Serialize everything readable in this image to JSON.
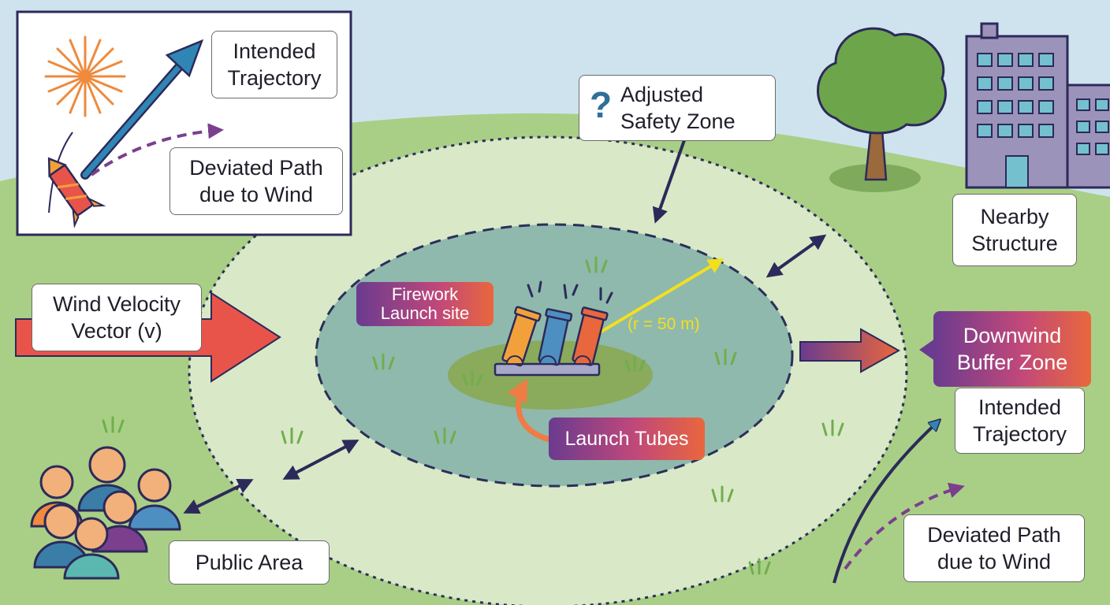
{
  "labels": {
    "inset_intended": "Intended\nTrajectory",
    "inset_deviated": "Deviated Path\ndue to Wind",
    "adjusted_zone": "Adjusted\nSafety Zone",
    "question_mark": "?",
    "nearby_structure": "Nearby\nStructure",
    "wind_velocity": "Wind Velocity\nVector (v)",
    "firework_site": "Firework\nLaunch site",
    "radius": "(r = 50 m)",
    "downwind_zone": "Downwind\nBuffer Zone",
    "right_intended": "Intended\nTrajectory",
    "launch_tubes": "Launch Tubes",
    "right_deviated": "Deviated Path\ndue to Wind",
    "public_area": "Public Area"
  },
  "colors": {
    "sky": "#cfe3ef",
    "grass": "#a9cf86",
    "outer_zone": "#d9e9c7",
    "inner_zone": "#8fb9ad",
    "dash_line": "#2c2f5a",
    "wind_arrow": "#e9544a",
    "radius_arrow": "#f2e01d",
    "trajectory_blue": "#2f86b5",
    "deviation_purple": "#7b3f8e"
  },
  "icons": [
    "firework-burst-icon",
    "rocket-icon",
    "tree-icon",
    "building-icon",
    "launch-tube-icon",
    "person-icon",
    "grass-tuft-icon"
  ]
}
